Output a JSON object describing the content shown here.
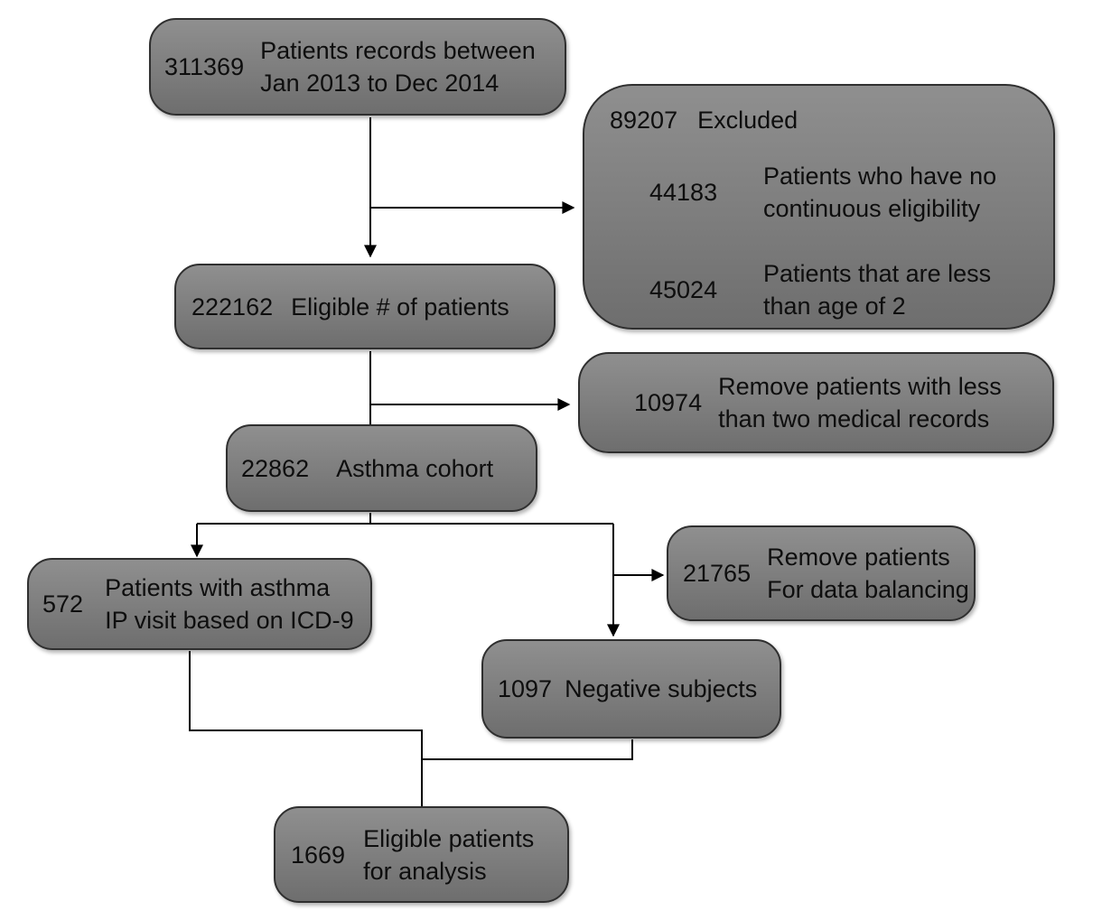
{
  "colors": {
    "background": "#ffffff",
    "node_fill_top": "#8f8f8f",
    "node_fill_bottom": "#6e6e6e",
    "node_border": "#2f2f2f",
    "connector": "#000000",
    "text": "#0e0e0e"
  },
  "nodes": {
    "records": {
      "count": "311369",
      "lines": [
        "Patients records between",
        "Jan 2013 to Dec 2014"
      ]
    },
    "excluded": {
      "count": "89207",
      "title": "Excluded",
      "items": [
        {
          "count": "44183",
          "lines": [
            "Patients who have no",
            "continuous eligibility"
          ]
        },
        {
          "count": "45024",
          "lines": [
            "Patients that are less",
            "than age of 2"
          ]
        }
      ]
    },
    "eligible": {
      "count": "222162",
      "lines": [
        "Eligible # of patients"
      ]
    },
    "remove_records": {
      "count": "10974",
      "lines": [
        "Remove patients with less",
        "than two medical records"
      ]
    },
    "asthma_cohort": {
      "count": "22862",
      "lines": [
        "Asthma cohort"
      ]
    },
    "asthma_ip": {
      "count": "572",
      "lines": [
        "Patients with asthma",
        "IP visit based on ICD-9"
      ]
    },
    "data_balancing": {
      "count": "21765",
      "lines": [
        "Remove patients",
        "For data balancing"
      ]
    },
    "negative": {
      "count": "1097",
      "lines": [
        "Negative subjects"
      ]
    },
    "final": {
      "count": "1669",
      "lines": [
        "Eligible patients",
        "for analysis"
      ]
    }
  }
}
